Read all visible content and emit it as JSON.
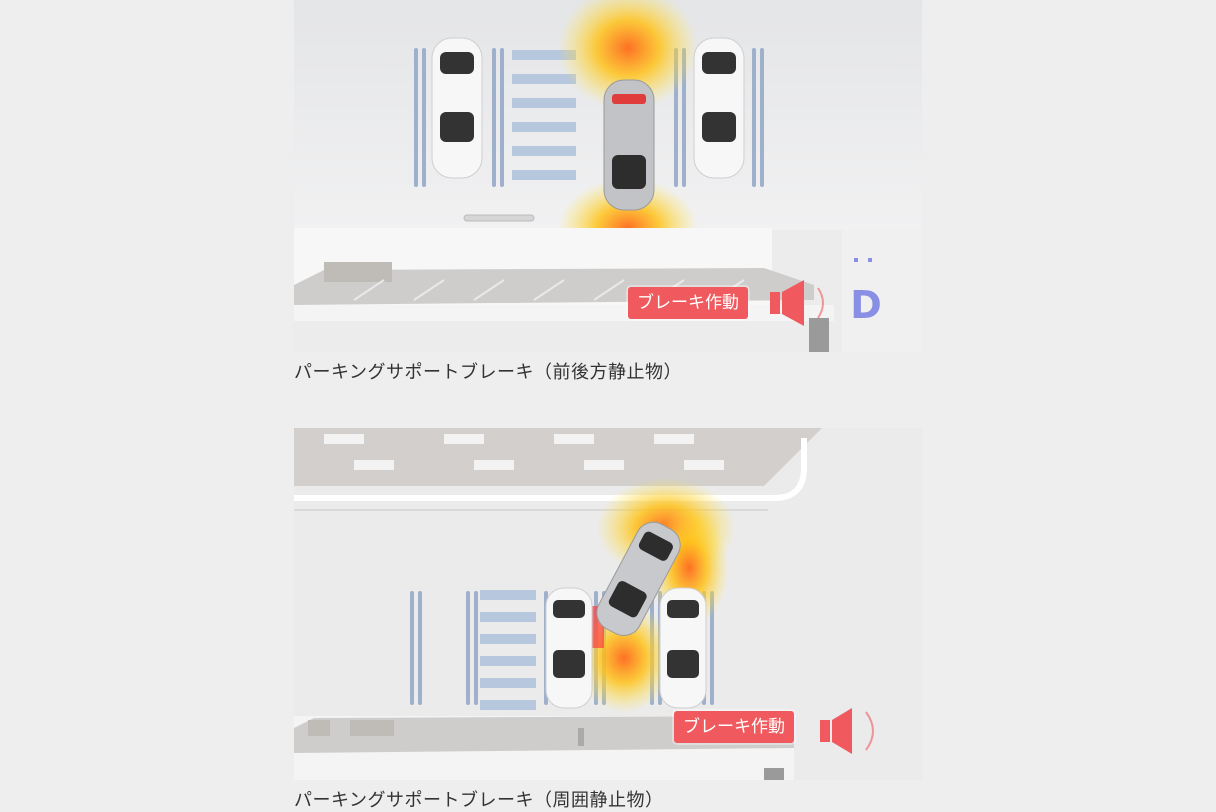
{
  "scenes": [
    {
      "caption": "パーキングサポートブレーキ（前後方静止物）",
      "badge": "ブレーキ作動",
      "gear": "D"
    },
    {
      "caption": "パーキングサポートブレーキ（周囲静止物）",
      "badge": "ブレーキ作動"
    }
  ],
  "colors": {
    "alert": "#f05a5e",
    "sensor": "#ffd21f",
    "gear": "#8a8fe6"
  },
  "icons": [
    "speaker-icon",
    "gear-indicator-icon"
  ]
}
